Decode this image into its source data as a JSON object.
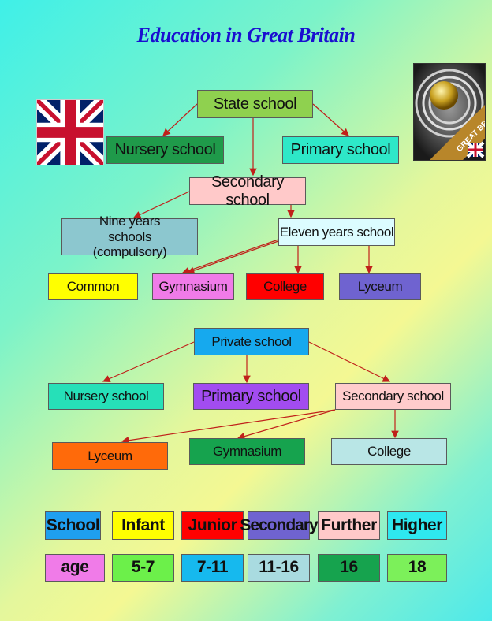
{
  "title": "Education in Great Britain",
  "photo_label": "GREAT BRITAIN",
  "state": {
    "root": "State school",
    "nursery": "Nursery school",
    "primary": "Primary school",
    "secondary": "Secondary school",
    "nine_years": "Nine years schools (compulsory)",
    "eleven_years": "Eleven years school",
    "common": "Common",
    "gymnasium": "Gymnasium",
    "college": "College",
    "lyceum": "Lyceum"
  },
  "private": {
    "root": "Private school",
    "nursery": "Nursery school",
    "primary": "Primary school",
    "secondary": "Secondary school",
    "lyceum": "Lyceum",
    "gymnasium": "Gymnasium",
    "college": "College"
  },
  "table": {
    "headers": [
      "School",
      "Infant",
      "Junior",
      "Secondary",
      "Further",
      "Higher"
    ],
    "ages": [
      "age",
      "5-7",
      "7-11",
      "11-16",
      "16",
      "18"
    ]
  },
  "colors": {
    "arrow": "#c0201a",
    "state_root": "#8fd14f",
    "nursery_state": "#1f9a4a",
    "primary_state": "#2ee8c8",
    "secondary_state": "#ffc9c9",
    "nine_years": "#8cc7cf",
    "eleven_years": "#dcfcff",
    "common": "#ffff00",
    "gymnasium_state": "#f07be8",
    "college_state": "#ff0000",
    "lyceum_state": "#6f63d0",
    "private_root": "#16a9ee",
    "nursery_private": "#26e0b8",
    "primary_private": "#a24cf0",
    "secondary_private": "#ffcccc",
    "lyceum_private": "#ff6a0a",
    "gymnasium_private": "#16a34e",
    "college_private": "#b9e6e6"
  }
}
